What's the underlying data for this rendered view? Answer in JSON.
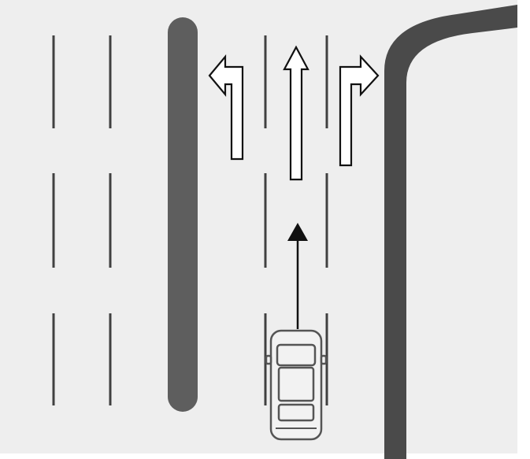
{
  "colors": {
    "road": "#eeeeee",
    "frame": "#ffffff",
    "lane_line": "#404040",
    "median": "#5e5e5e",
    "curb": "#4a4a4a",
    "arrow_fill": "#ffffff",
    "arrow_stroke": "#111111",
    "car_body": "#f2f2f2",
    "car_outline": "#555555",
    "motion_arrow": "#111111"
  },
  "lane_arrows": [
    {
      "direction": "left-turn",
      "icon": "left-turn-arrow-icon"
    },
    {
      "direction": "straight",
      "icon": "straight-arrow-icon"
    },
    {
      "direction": "right-turn",
      "icon": "right-turn-arrow-icon"
    }
  ],
  "vehicle": {
    "icon": "car-top-view-icon",
    "heading": "straight"
  }
}
